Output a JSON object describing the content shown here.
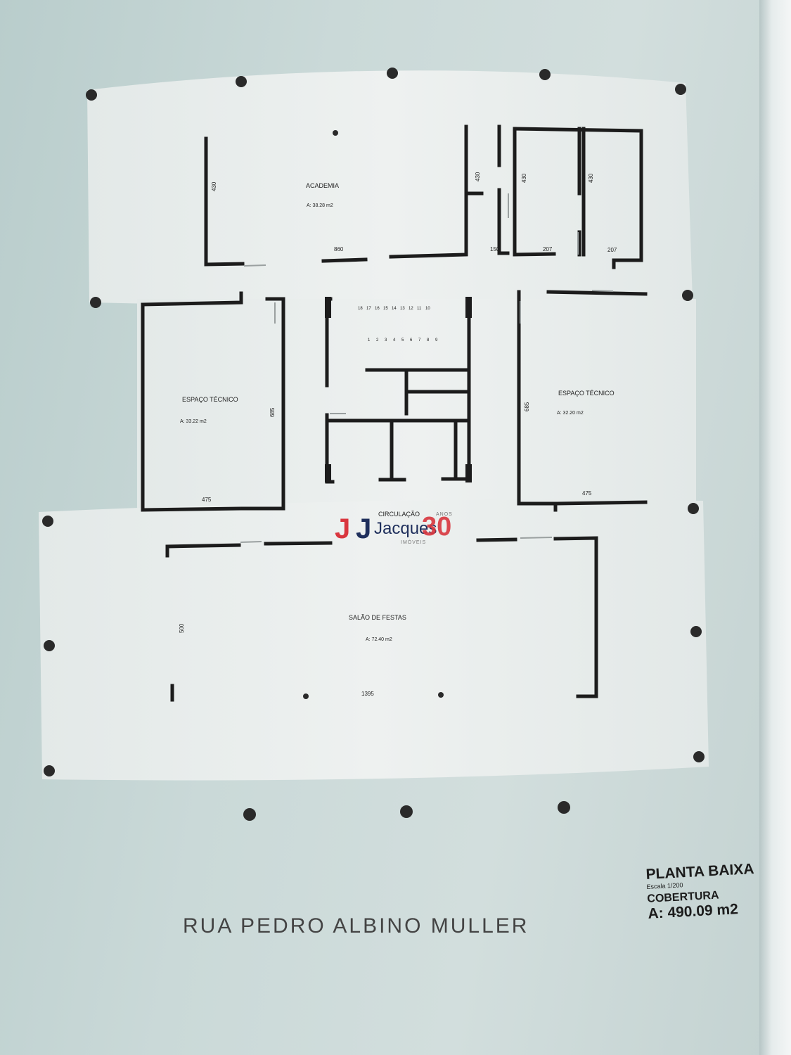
{
  "plan": {
    "rooms": {
      "academia": {
        "name": "ACADEMIA",
        "area": "A: 38.28 m2"
      },
      "espaco_tecnico_left": {
        "name": "ESPAÇO TÉCNICO",
        "area": "A: 33.22 m2"
      },
      "espaco_tecnico_right": {
        "name": "ESPAÇO TÉCNICO",
        "area": "A: 32.20 m2"
      },
      "circulacao": {
        "name": "CIRCULAÇÃO"
      },
      "salao_de_festas": {
        "name": "SALÃO DE FESTAS",
        "area": "A: 72.40 m2"
      }
    },
    "dimensions": {
      "academia_height": "430",
      "academia_width": "860",
      "small_room_height": "430",
      "small_room_width": "150",
      "wc1_height": "430",
      "wc1_width": "207",
      "wc2_height": "430",
      "wc2_width": "207",
      "tec_left_height": "685",
      "tec_left_width": "475",
      "tec_right_height": "685",
      "tec_right_width": "475",
      "salao_height": "500",
      "salao_width": "1395"
    },
    "stairs": {
      "top_row": [
        "18",
        "17",
        "16",
        "15",
        "14",
        "13",
        "12",
        "11",
        "10"
      ],
      "bottom_row": [
        "1",
        "2",
        "3",
        "4",
        "5",
        "6",
        "7",
        "8",
        "9"
      ]
    },
    "street": "RUA PEDRO ALBINO MULLER"
  },
  "legend": {
    "title": "PLANTA BAIXA",
    "scale": "Escala 1/200",
    "floor": "COBERTURA",
    "area": "A: 490.09 m2"
  },
  "logo": {
    "name": "Jacques",
    "number": "30",
    "anos": "ANOS",
    "imoveis": "IMÓVEIS"
  },
  "colors": {
    "wall": "#1c1c1c",
    "paper": "#e6ebea",
    "background": "#c8d8d7",
    "logo_red": "#d9363e",
    "logo_navy": "#1f2f5c"
  }
}
